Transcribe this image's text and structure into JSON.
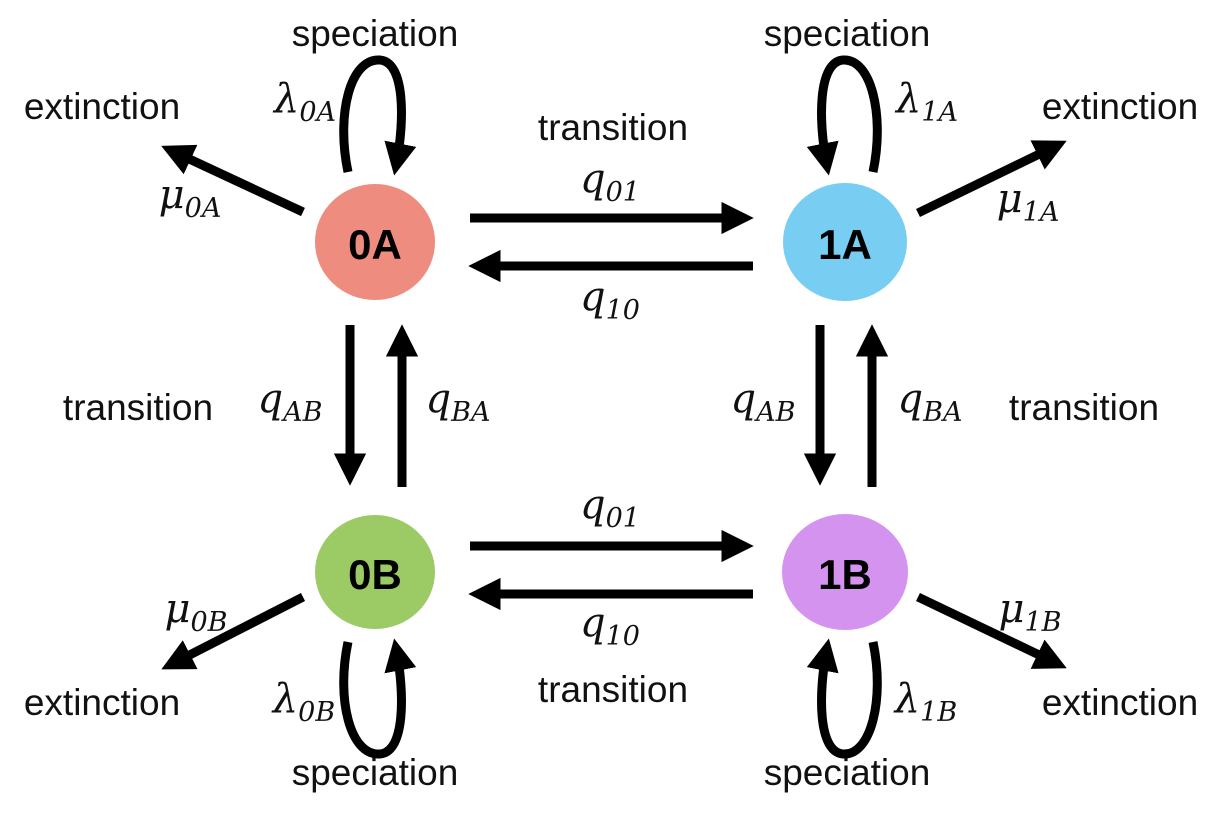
{
  "nodes": [
    {
      "id": "0A",
      "label": "0A",
      "color": "#ee8c80"
    },
    {
      "id": "1A",
      "label": "1A",
      "color": "#78cdf3"
    },
    {
      "id": "0B",
      "label": "0B",
      "color": "#9ccb66"
    },
    {
      "id": "1B",
      "label": "1B",
      "color": "#d493ef"
    }
  ],
  "labels": {
    "speciation": "speciation",
    "extinction": "extinction",
    "transition": "transition"
  },
  "rates": {
    "lambda_0A": {
      "base": "λ",
      "sub": "0A"
    },
    "lambda_1A": {
      "base": "λ",
      "sub": "1A"
    },
    "lambda_0B": {
      "base": "λ",
      "sub": "0B"
    },
    "lambda_1B": {
      "base": "λ",
      "sub": "1B"
    },
    "mu_0A": {
      "base": "μ",
      "sub": "0A"
    },
    "mu_1A": {
      "base": "μ",
      "sub": "1A"
    },
    "mu_0B": {
      "base": "μ",
      "sub": "0B"
    },
    "mu_1B": {
      "base": "μ",
      "sub": "1B"
    },
    "q_01": {
      "base": "q",
      "sub": "01"
    },
    "q_10": {
      "base": "q",
      "sub": "10"
    },
    "q_AB": {
      "base": "q",
      "sub": "AB"
    },
    "q_BA": {
      "base": "q",
      "sub": "BA"
    }
  }
}
